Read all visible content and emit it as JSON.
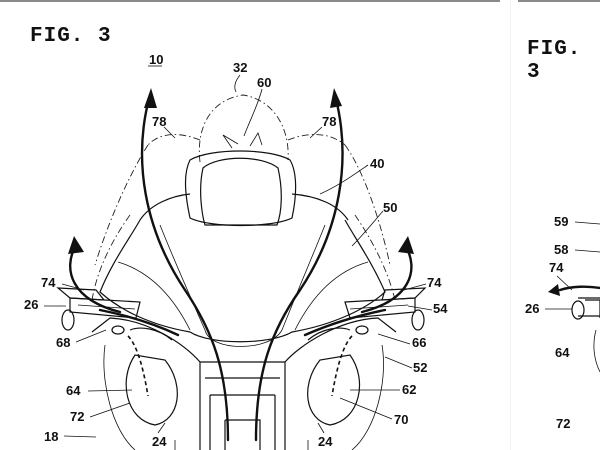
{
  "figures": {
    "main_title": "FIG. 3",
    "second_title": "FIG. 3"
  },
  "main_labels": {
    "l10": "10",
    "l32": "32",
    "l60": "60",
    "l78a": "78",
    "l78b": "78",
    "l40": "40",
    "l50": "50",
    "l74a": "74",
    "l74b": "74",
    "l26": "26",
    "l54": "54",
    "l68": "68",
    "l66": "66",
    "l52": "52",
    "l64": "64",
    "l62": "62",
    "l72": "72",
    "l70": "70",
    "l18": "18",
    "l24a": "24",
    "l24b": "24"
  },
  "second_labels": {
    "l59": "59",
    "l58": "58",
    "l74": "74",
    "l26": "26",
    "l64": "64",
    "l72": "72"
  },
  "colors": {
    "ink": "#111111",
    "paper": "#ffffff"
  }
}
